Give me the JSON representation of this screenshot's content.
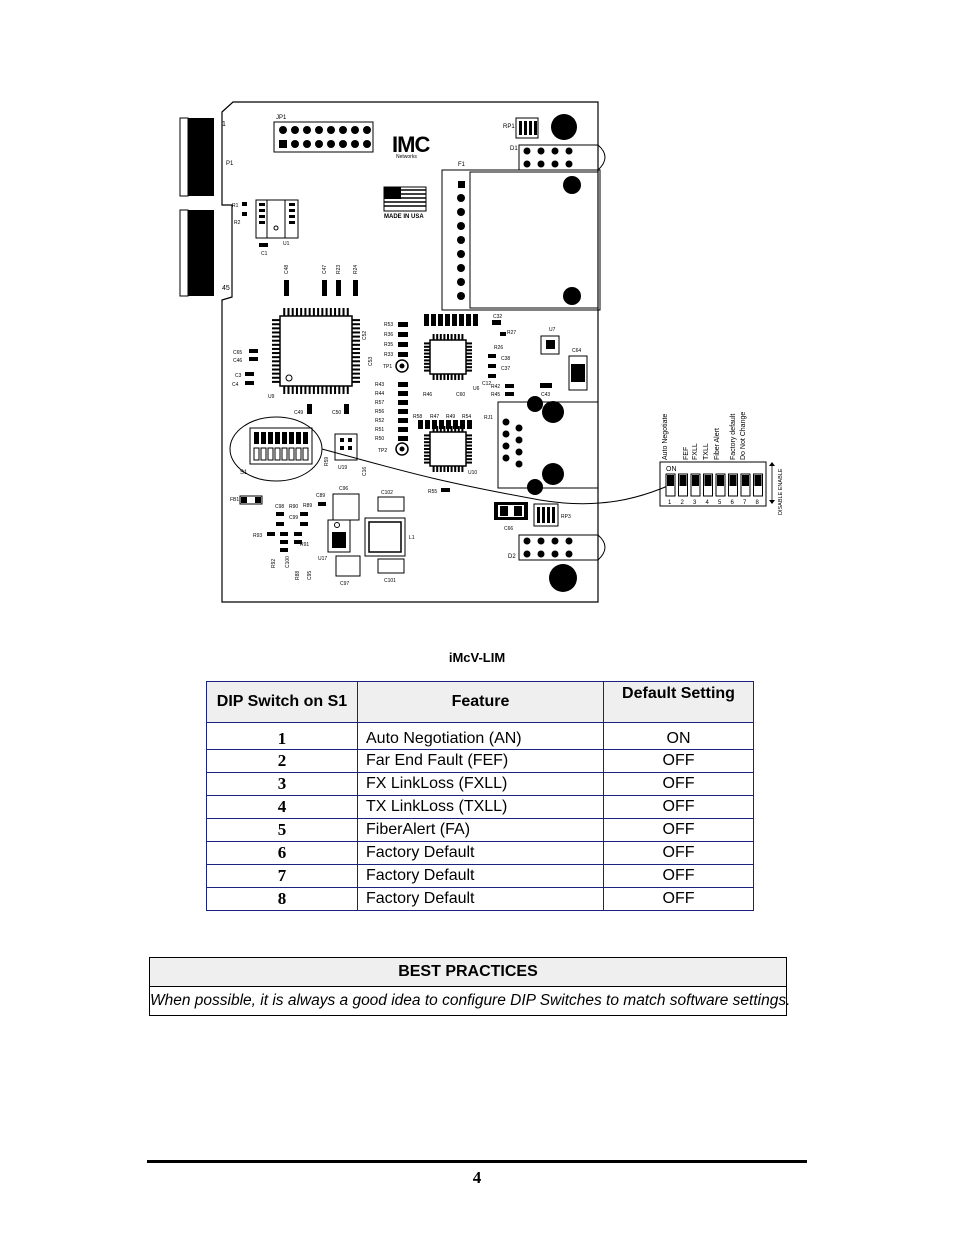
{
  "figure": {
    "caption": "iMcV-LIM",
    "board_labels": {
      "jp1": "JP1",
      "p1": "P1",
      "pin1": "1",
      "pin45": "45",
      "rp1": "RP1",
      "d1": "D1",
      "f1": "F1",
      "r1": "R1",
      "r2": "R2",
      "u1": "U1",
      "c1": "C1",
      "made_in": "MADE IN USA",
      "logo": "IMC",
      "logo_sub": "Networks",
      "c48": "C48",
      "c47": "C47",
      "r23": "R23",
      "r24": "R24",
      "r53": "R53",
      "r36": "R36",
      "r35": "R35",
      "r33": "R33",
      "c52": "C52",
      "c53": "C53",
      "tp1": "TP1",
      "c32": "C32",
      "r27": "R27",
      "u7": "U7",
      "r26": "R26",
      "c38": "C38",
      "c37": "C37",
      "c64": "C64",
      "c65": "C65",
      "c46": "C46",
      "c3": "C3",
      "c4": "C4",
      "u9": "U9",
      "r43": "R43",
      "r44": "R44",
      "r57": "R57",
      "r56": "R56",
      "r52": "R52",
      "r51": "R51",
      "r50": "R50",
      "tp2": "TP2",
      "r46": "R46",
      "c60": "C60",
      "u6": "U6",
      "r42": "R42",
      "r45": "R45",
      "c43": "C43",
      "c12": "C12",
      "c49": "C49",
      "c50": "C50",
      "rj1": "RJ1",
      "r58": "R58",
      "r47": "R47",
      "r49": "R49",
      "r54": "R54",
      "s1": "S1",
      "r59": "R59",
      "u19": "U19",
      "c16": "C16",
      "u10": "U10",
      "fb1": "FB1",
      "c98": "C98",
      "r90": "R90",
      "r89": "R89",
      "c99": "C99",
      "c89": "C89",
      "c96": "C96",
      "c102": "C102",
      "r55": "R55",
      "rp3": "RP3",
      "c66": "C66",
      "r93": "R93",
      "r91": "R91",
      "u17": "U17",
      "l1": "L1",
      "d2": "D2",
      "r92": "R92",
      "c100": "C100",
      "r88": "R88",
      "c95": "C95",
      "c97": "C97",
      "c101": "C101"
    },
    "switch_detail": {
      "on_label": "ON",
      "positions": [
        "1",
        "2",
        "3",
        "4",
        "5",
        "6",
        "7",
        "8"
      ],
      "function_labels": [
        "Auto Negotiate",
        "FEF",
        "FXLL",
        "TXLL",
        "Fiber Alert",
        "Factory default",
        "Do Not Change"
      ],
      "side_label": "DISABLE   ENABLE"
    }
  },
  "dip_table": {
    "headers": [
      "DIP Switch on S1",
      "Feature",
      "Default Setting"
    ],
    "rows": [
      {
        "switch": "1",
        "feature": "Auto Negotiation (AN)",
        "default": "ON"
      },
      {
        "switch": "2",
        "feature": "Far End Fault (FEF)",
        "default": "OFF"
      },
      {
        "switch": "3",
        "feature": "FX LinkLoss (FXLL)",
        "default": "OFF"
      },
      {
        "switch": "4",
        "feature": "TX LinkLoss (TXLL)",
        "default": "OFF"
      },
      {
        "switch": "5",
        "feature": "FiberAlert (FA)",
        "default": "OFF"
      },
      {
        "switch": "6",
        "feature": "Factory Default",
        "default": "OFF"
      },
      {
        "switch": "7",
        "feature": "Factory Default",
        "default": "OFF"
      },
      {
        "switch": "8",
        "feature": "Factory Default",
        "default": "OFF"
      }
    ]
  },
  "best_practices": {
    "title": "BEST PRACTICES",
    "text": "When possible, it is always a good idea to configure DIP Switches to match software settings."
  },
  "page_number": "4"
}
